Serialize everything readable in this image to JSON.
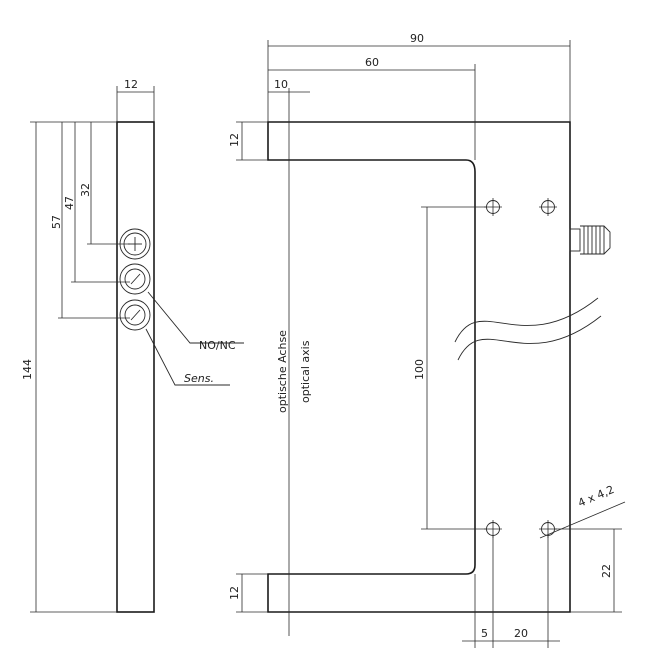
{
  "side_view": {
    "dimensions": {
      "width": "12",
      "height": "144",
      "d57": "57",
      "d47": "47",
      "d32": "32"
    },
    "labels": {
      "no_nc": "NO/NC",
      "sens": "Sens."
    }
  },
  "front_view": {
    "dimensions": {
      "total_width": "90",
      "inner_width": "60",
      "axis_offset": "10",
      "top_thickness": "12",
      "bottom_thickness": "12",
      "hole_spacing": "100",
      "offset_5": "5",
      "offset_20": "20",
      "offset_22": "22",
      "holes": "4 x 4,2"
    },
    "axis_labels": {
      "german": "optische Achse",
      "english": "optical axis"
    }
  }
}
